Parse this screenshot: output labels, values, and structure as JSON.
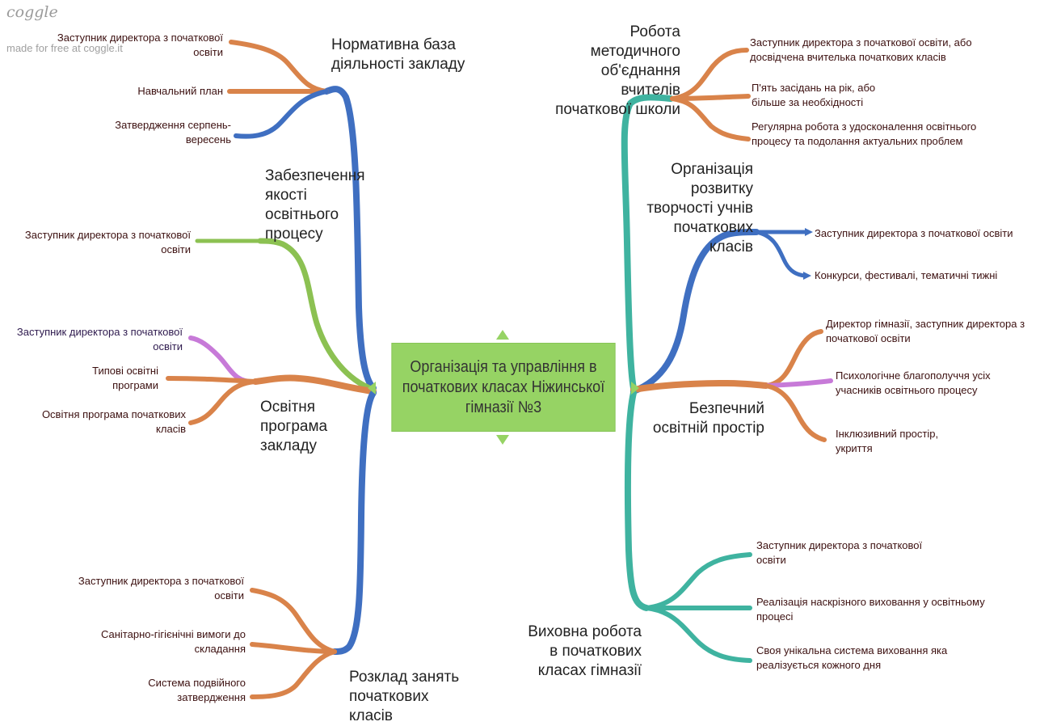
{
  "watermark": {
    "logo_text": "coggle",
    "tagline": "made for free at coggle.it"
  },
  "center": "Організація та управління в початкових класах Ніжинської гімназії №3",
  "topics": {
    "normative": {
      "title": "Нормативна база діяльності закладу",
      "leaves": [
        "Заступник директора з початкової освіти",
        "Навчальний план",
        "Затвердження серпень-вересень"
      ]
    },
    "quality": {
      "title": "Забезпечення якості освітнього процесу",
      "leaves": [
        "Заступник директора з початкової освіти"
      ]
    },
    "program": {
      "title": "Освітня програма закладу",
      "leaves": [
        "Заступник директора з початкової освіти",
        "Типові освітні програми",
        "Освітня програма початкових класів"
      ]
    },
    "schedule": {
      "title": "Розклад занять початкових класів",
      "leaves": [
        "Заступник директора з початкової освіти",
        "Санітарно-гігієнічні вимоги до складання",
        "Система подвійного затвердження"
      ]
    },
    "methodical": {
      "title": "Робота методичного об'єднання вчителів початкової школи",
      "leaves": [
        "Заступник директора з початкової освіти, або досвідчена вчителька початкових класів",
        "П'ять засідань на рік, або більше за необхідності",
        "Регулярна робота з удосконалення освітнього процесу та подолання актуальних проблем"
      ]
    },
    "creativity": {
      "title": "Організація розвитку творчості учнів початкових класів",
      "leaves": [
        "Заступник директора з початкової освіти",
        "Конкурси, фестивалі, тематичні тижні"
      ]
    },
    "safe": {
      "title": "Безпечний освітній простір",
      "leaves": [
        "Директор гімназії, заступник директора з початкової освіти",
        "Психологічне благополуччя усіх учасників освітнього процесу",
        "Інклюзивний простір, укриття"
      ]
    },
    "upbringing": {
      "title": "Виховна робота в початкових класах гімназії",
      "leaves": [
        "Заступник директора з початкової освіти",
        "Реалізація наскрізного виховання у освітньому процесі",
        "Своя унікальна система виховання яка реалізується кожного дня"
      ]
    }
  },
  "colors": {
    "blue": "#3f6fc1",
    "green": "#8cc152",
    "orange": "#d9834a",
    "purple": "#c77ad8",
    "teal": "#3fb3a0",
    "center_fill": "#96d364"
  }
}
